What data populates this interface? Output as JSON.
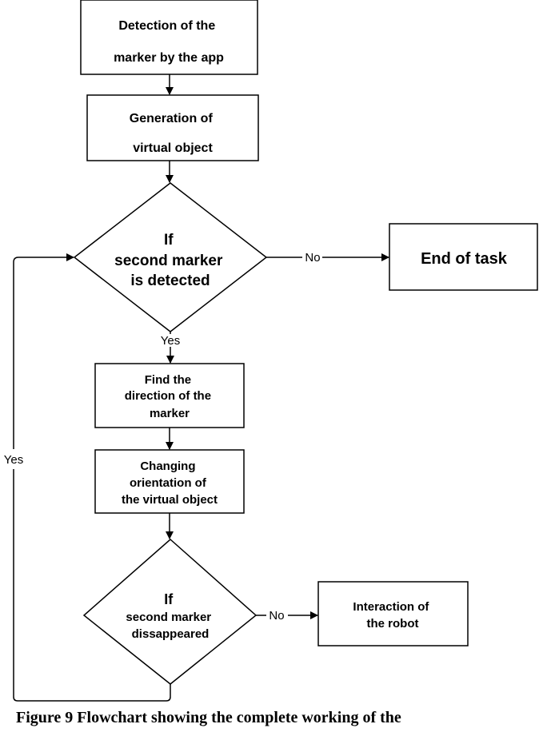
{
  "nodes": {
    "detect_marker": {
      "lines": [
        "Detection of the",
        "marker by the app"
      ]
    },
    "generate_object": {
      "lines": [
        "Generation of",
        "virtual object"
      ]
    },
    "decision_second_marker": {
      "lines": [
        "If",
        "second marker",
        "is detected"
      ]
    },
    "end_task": {
      "lines": [
        "End of task"
      ]
    },
    "find_direction": {
      "lines": [
        "Find the",
        "direction of the",
        "marker"
      ]
    },
    "change_orientation": {
      "lines": [
        "Changing",
        "orientation of",
        "the virtual object"
      ]
    },
    "decision_disappeared": {
      "lines": [
        "If",
        "second marker",
        "dissappeared"
      ]
    },
    "robot_interaction": {
      "lines": [
        "Interaction of",
        "the robot"
      ]
    }
  },
  "edge_labels": {
    "no_to_end": "No",
    "yes_down": "Yes",
    "no_to_robot": "No",
    "yes_loop": "Yes"
  },
  "caption": "Figure 9 Flowchart showing the complete working of the"
}
